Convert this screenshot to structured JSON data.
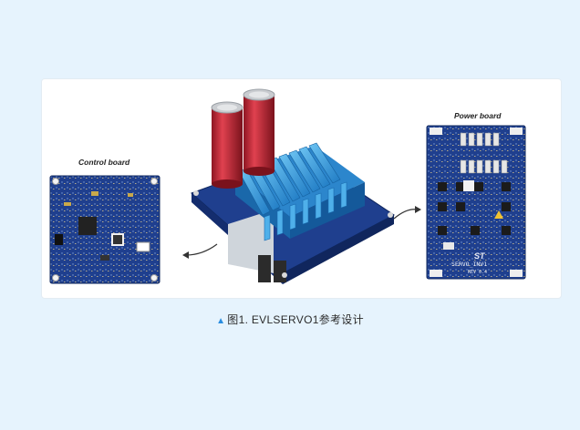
{
  "figure": {
    "control_label": "Control board",
    "power_label": "Power board",
    "caption": "图1. EVLSERVO1参考设计",
    "power_board_silkscreen": "SERVO_INV1",
    "power_board_rev": "REV 0.4"
  },
  "colors": {
    "page_background": "#e6f3fd",
    "pcb_blue": "#1f3f8e",
    "heatsink_blue": "#3aa0e0",
    "capacitor_red": "#c8283a",
    "caption_triangle": "#2a8de0"
  }
}
